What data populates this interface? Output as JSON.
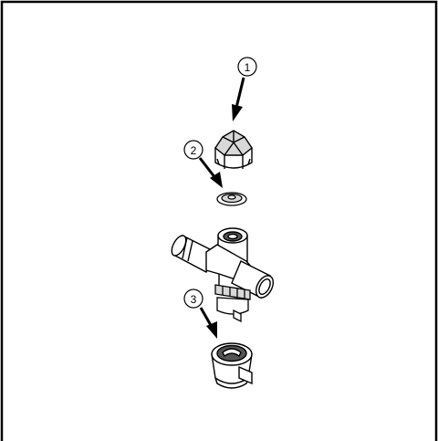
{
  "diagram": {
    "callouts": [
      {
        "id": 1,
        "label": "1",
        "part": "cap"
      },
      {
        "id": 2,
        "label": "2",
        "part": "gasket"
      },
      {
        "id": 3,
        "label": "3",
        "part": "nozzle"
      }
    ],
    "parts": [
      "cap",
      "gasket",
      "tee-connector",
      "nut",
      "nozzle"
    ],
    "colors": {
      "line": "#000000",
      "fill": "#ffffff",
      "shade": "#d8d8d8",
      "dark": "#555555"
    }
  }
}
